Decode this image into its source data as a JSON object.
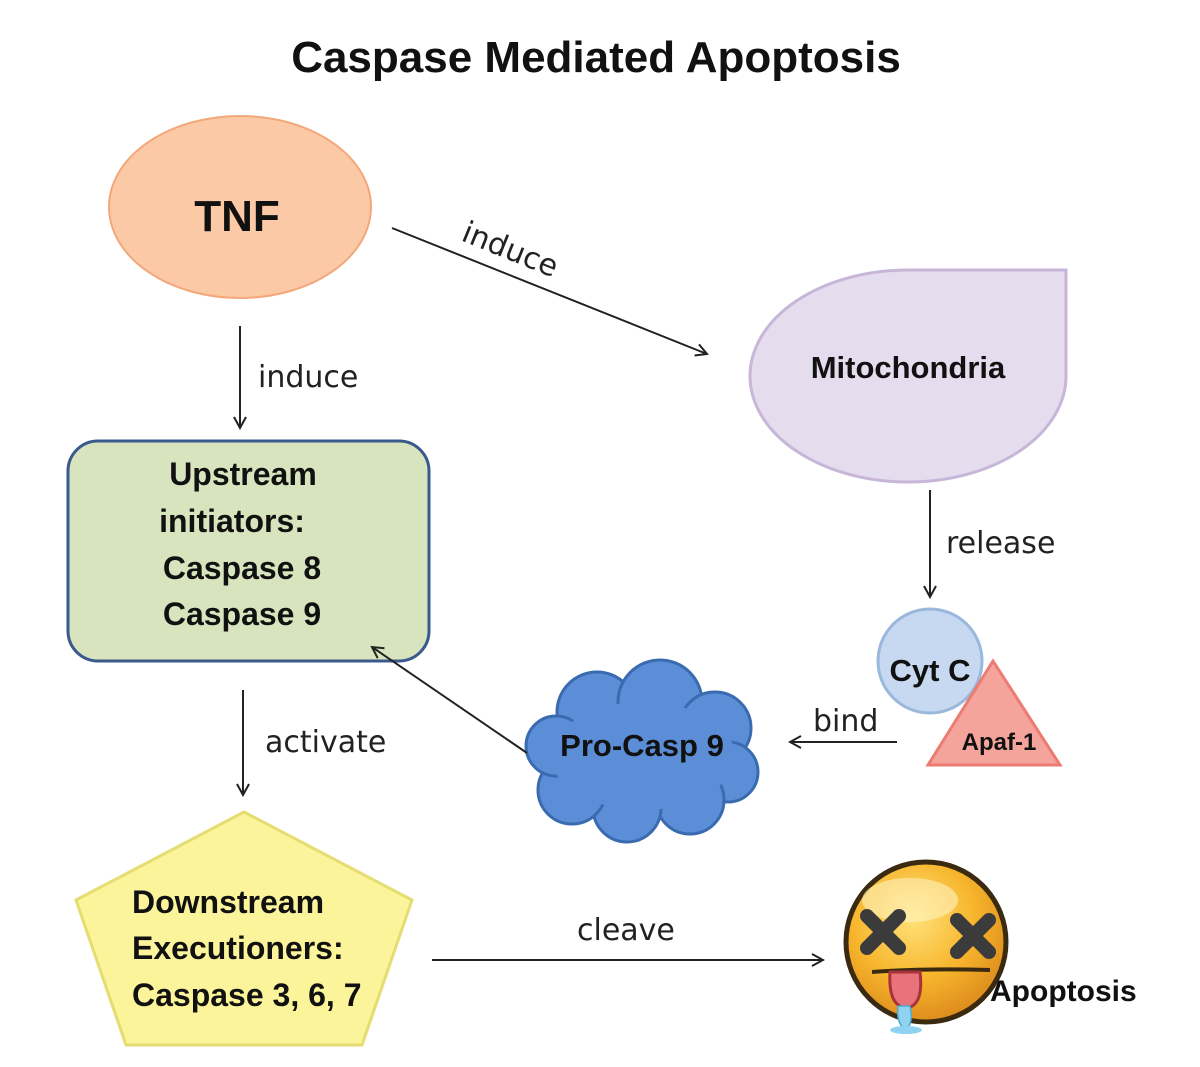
{
  "title": "Caspase Mediated Apoptosis",
  "nodes": {
    "tnf": "TNF",
    "mitochondria": "Mitochondria",
    "upstream": [
      "Upstream",
      "initiators:",
      "Caspase 8",
      "Caspase 9"
    ],
    "cytc": "Cyt C",
    "apaf1": "Apaf-1",
    "procasp9": "Pro-Casp 9",
    "downstream": [
      "Downstream",
      "Executioners:",
      "Caspase 3, 6, 7"
    ],
    "apoptosis": "Apoptosis"
  },
  "edges": {
    "tnf_to_upstream": "induce",
    "tnf_to_mito": "induce",
    "mito_to_cytc": "release",
    "cytc_to_procasp": "bind",
    "upstream_to_downstream": "activate",
    "downstream_to_apoptosis": "cleave"
  },
  "colors": {
    "tnf_fill": "#fbc9a5",
    "tnf_stroke": "#f4a77a",
    "mito_fill": "#e5dced",
    "mito_stroke": "#c8b6d9",
    "upstream_fill": "#d7e4bd",
    "upstream_stroke": "#3b5a8c",
    "cytc_fill": "#c6d9f0",
    "cytc_stroke": "#9ab7dc",
    "apaf1_fill": "#f5a49b",
    "apaf1_stroke": "#ec7c72",
    "procasp_fill": "#5b8ed6",
    "procasp_stroke": "#3a6bb0",
    "downstream_fill": "#fbf49a",
    "downstream_stroke": "#e6dd72",
    "arrow": "#222222",
    "face": "#f5a623"
  },
  "icons": {
    "apoptosis_face": "dead-face-icon"
  }
}
